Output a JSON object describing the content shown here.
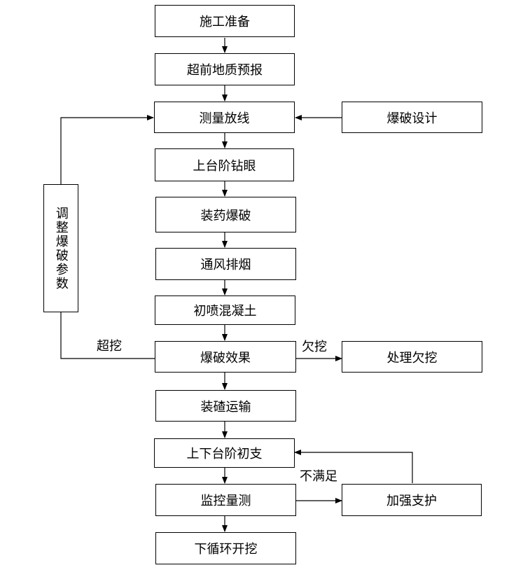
{
  "steps": {
    "prep": "施工准备",
    "forecast": "超前地质预报",
    "survey": "测量放线",
    "drill": "上台阶钻眼",
    "charge": "装药爆破",
    "vent": "通风排烟",
    "spray": "初喷混凝土",
    "effect": "爆破效果",
    "muck": "装碴运输",
    "support": "上下台阶初支",
    "monitor": "监控量测",
    "next": "下循环开挖"
  },
  "side": {
    "design": "爆破设计",
    "adjust": "调整爆破参数",
    "under_fix": "处理欠挖",
    "reinforce": "加强支护"
  },
  "labels": {
    "over": "超挖",
    "under": "欠挖",
    "insufficient": "不满足"
  }
}
